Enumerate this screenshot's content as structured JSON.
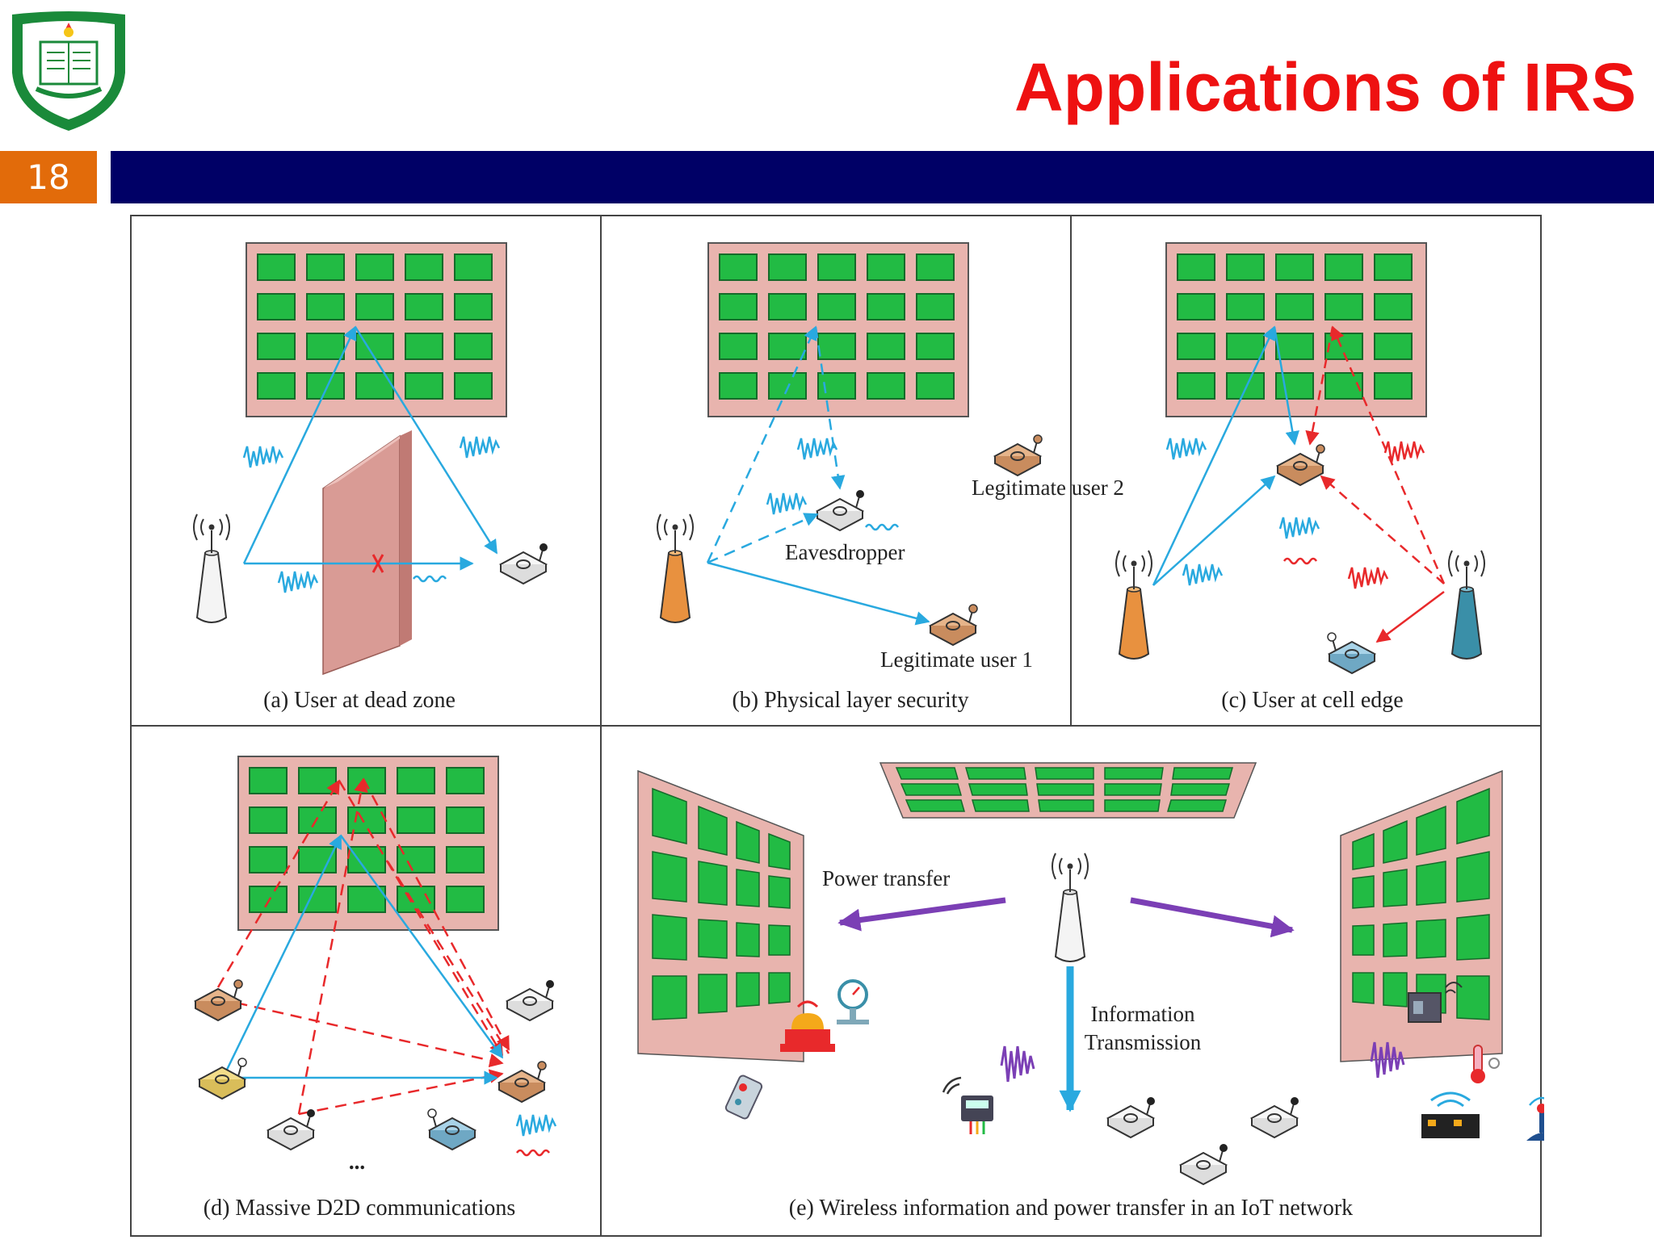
{
  "slide": {
    "title": "Applications of IRS",
    "number": "18"
  },
  "colors": {
    "title": "#ee1111",
    "title_bar": "#000066",
    "number_box": "#e26b0a",
    "irs_frame": "#e8b4ae",
    "irs_element": "#22bb44",
    "signal_link": "#29a9df",
    "interference_link": "#e8292b",
    "power_transfer_arrow": "#7b3fb5"
  },
  "panels": {
    "a": {
      "caption": "(a) User at dead zone"
    },
    "b": {
      "caption": "(b) Physical layer security",
      "legit_user_2": "Legitimate user 2",
      "eavesdropper": "Eavesdropper",
      "legit_user_1": "Legitimate user 1"
    },
    "c": {
      "caption": "(c) User at cell edge"
    },
    "d": {
      "caption": "(d) Massive D2D communications",
      "ellipsis": "..."
    },
    "e": {
      "caption": "(e) Wireless information and power transfer in an IoT network",
      "power_transfer": "Power transfer",
      "info_line1": "Information",
      "info_line2": "Transmission"
    }
  }
}
